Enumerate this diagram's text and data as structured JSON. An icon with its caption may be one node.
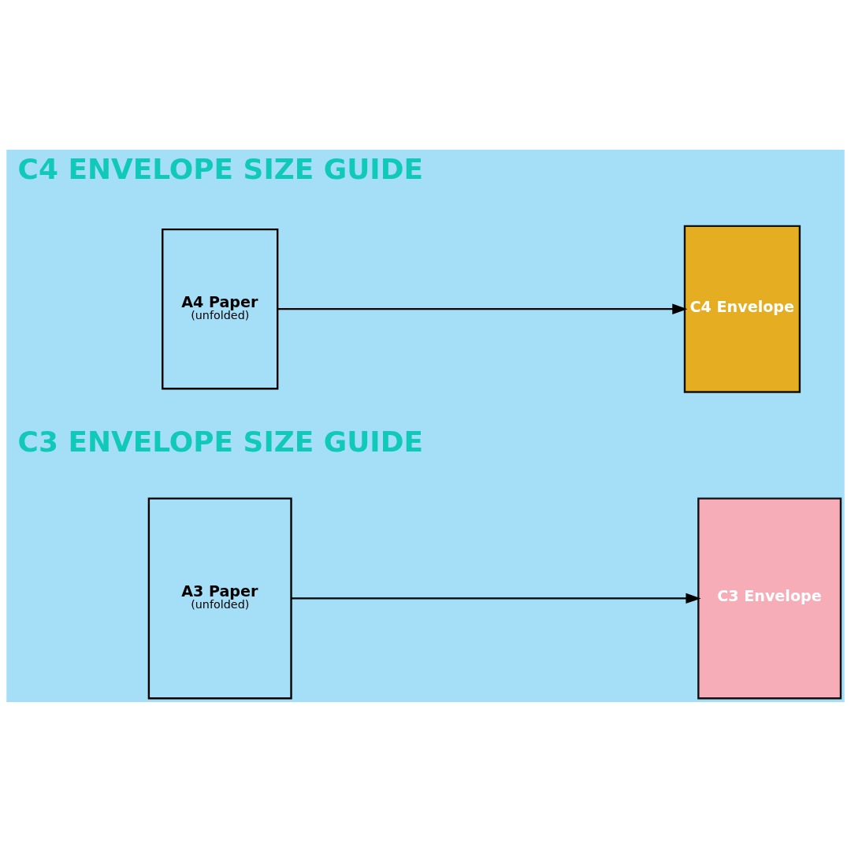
{
  "diagram": {
    "nodes": [
      {
        "text": [
          "A4 Paper",
          "(unfolded)"
        ]
      },
      {
        "text": [
          "C4 Envelope"
        ]
      },
      {
        "text": [
          "A3 Paper",
          "(unfolded)"
        ]
      },
      {
        "text": [
          "C3 Envelope"
        ]
      }
    ],
    "edges": [
      {
        "from": 0,
        "to": 1,
        "arrow": "to"
      },
      {
        "from": 2,
        "to": 3,
        "arrow": "to"
      }
    ],
    "labels": [
      "C4 ENVELOPE SIZE GUIDE",
      "C3 ENVELOPE SIZE GUIDE"
    ]
  }
}
